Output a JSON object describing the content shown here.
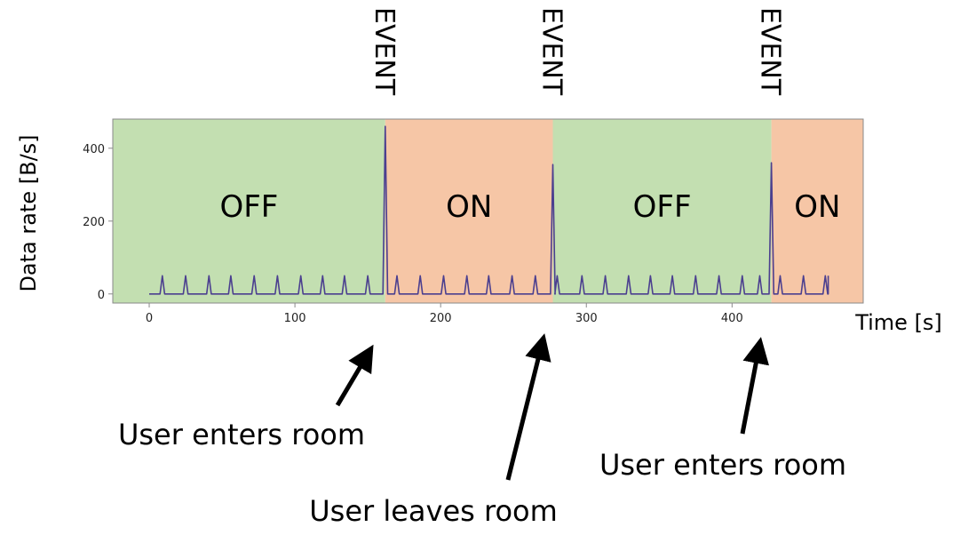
{
  "chart_data": {
    "type": "line",
    "xlabel": "Time [s]",
    "ylabel": "Data rate [B/s]",
    "xlim": [
      -25,
      490
    ],
    "ylim": [
      -25,
      480
    ],
    "xticks": [
      0,
      100,
      200,
      300,
      400
    ],
    "yticks": [
      0,
      200,
      400
    ],
    "grid": false,
    "colors": {
      "off": "#c3dfb1",
      "on": "#f6c6a6",
      "line": "#4b3f8f",
      "axes": "#8a8a8a"
    },
    "regions": [
      {
        "label": "OFF",
        "state": "off",
        "start": -25,
        "end": 162
      },
      {
        "label": "ON",
        "state": "on",
        "start": 162,
        "end": 277
      },
      {
        "label": "OFF",
        "state": "off",
        "start": 277,
        "end": 427
      },
      {
        "label": "ON",
        "state": "on",
        "start": 427,
        "end": 490
      }
    ],
    "events": [
      {
        "label": "EVENT",
        "x": 162
      },
      {
        "label": "EVENT",
        "x": 277
      },
      {
        "label": "EVENT",
        "x": 427
      }
    ],
    "series": [
      {
        "baseline": 0,
        "spikes": [
          [
            9,
            50
          ],
          [
            25,
            50
          ],
          [
            41,
            50
          ],
          [
            56,
            50
          ],
          [
            72,
            50
          ],
          [
            88,
            50
          ],
          [
            104,
            50
          ],
          [
            119,
            50
          ],
          [
            134,
            50
          ],
          [
            150,
            50
          ],
          [
            162,
            460
          ],
          [
            170,
            50
          ],
          [
            186,
            50
          ],
          [
            202,
            50
          ],
          [
            218,
            50
          ],
          [
            233,
            50
          ],
          [
            249,
            50
          ],
          [
            265,
            50
          ],
          [
            277,
            355
          ],
          [
            280,
            50
          ],
          [
            297,
            50
          ],
          [
            313,
            50
          ],
          [
            329,
            50
          ],
          [
            344,
            50
          ],
          [
            359,
            50
          ],
          [
            375,
            50
          ],
          [
            391,
            50
          ],
          [
            407,
            50
          ],
          [
            419,
            50
          ],
          [
            427,
            360
          ],
          [
            433,
            50
          ],
          [
            449,
            50
          ],
          [
            464,
            50
          ]
        ],
        "x_end": 466
      }
    ],
    "annotations": [
      {
        "text": "User enters room",
        "target_x": 155
      },
      {
        "text": "User leaves room",
        "target_x": 273
      },
      {
        "text": "User enters room",
        "target_x": 420
      }
    ]
  }
}
